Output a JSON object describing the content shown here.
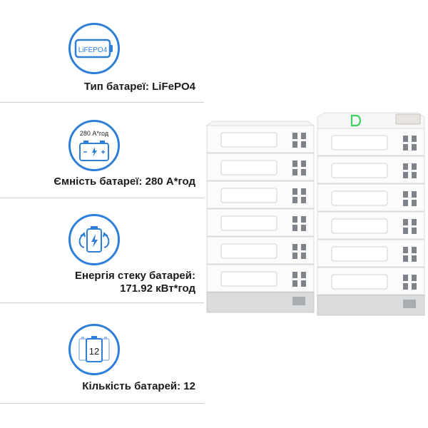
{
  "specs": [
    {
      "icon": "battery-lifepo4-icon",
      "icon_text": "LiFEPO4",
      "label": "Тип батареї: LiFePO4"
    },
    {
      "icon": "battery-capacity-icon",
      "icon_text": "280 А*год",
      "label": "Ємність батареї: 280 А*год"
    },
    {
      "icon": "battery-energy-icon",
      "icon_text": "",
      "label_line1": "Енергія стеку батарей:",
      "label_line2": "171.92 кВт*год"
    },
    {
      "icon": "battery-count-icon",
      "icon_text": "12",
      "label": "Кількість батарей: 12"
    }
  ],
  "colors": {
    "accent": "#2f7fd8",
    "divider": "#cfcfcf",
    "text": "#1b1b1b",
    "indicator": "#3fd15a"
  }
}
